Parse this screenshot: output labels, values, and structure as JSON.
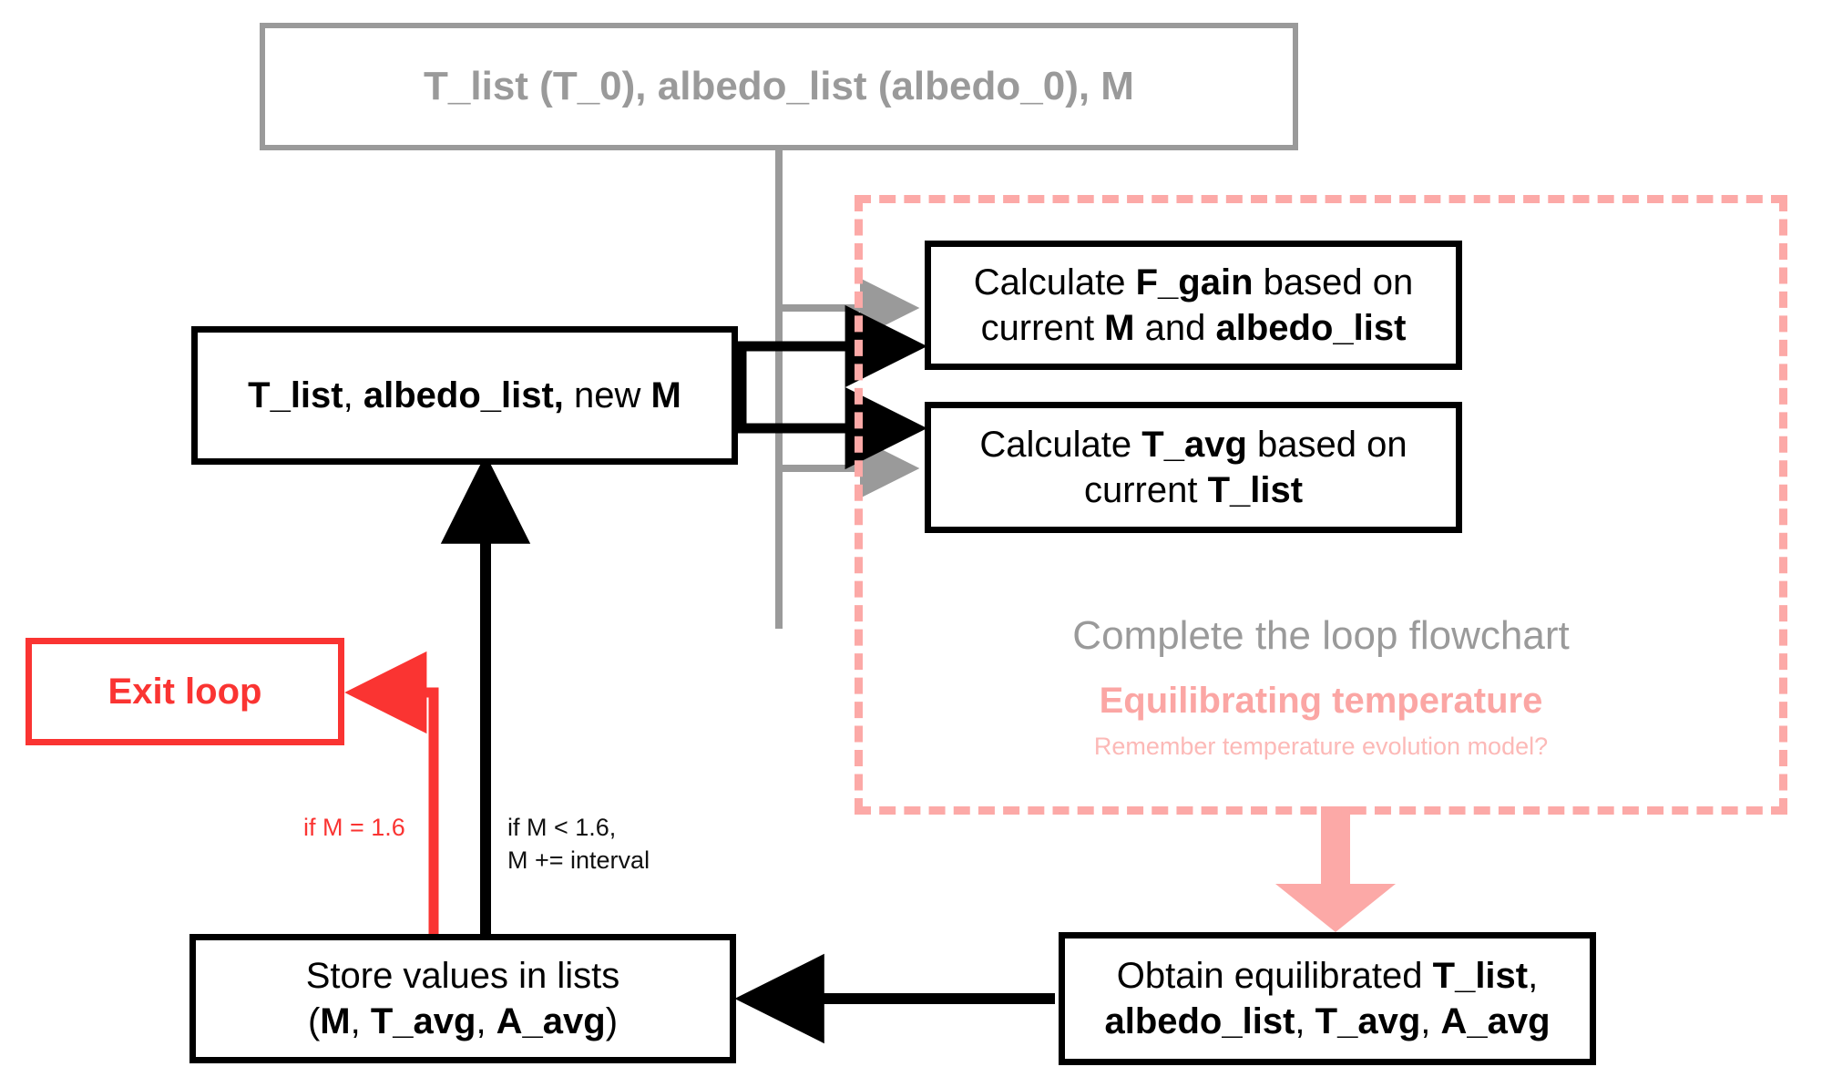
{
  "diagram": {
    "title_annotation": {
      "heading": "Complete the loop flowchart",
      "subheading": "Equilibrating temperature",
      "note": "Remember temperature evolution model?"
    },
    "colors": {
      "init_gray": "#9a9a9a",
      "flow_black": "#000000",
      "exit_red": "#fa3432",
      "annotation_pink": "#fca9a7",
      "annotation_pink_light": "#fcb9b7"
    },
    "nodes": {
      "init": {
        "text": "T_list (T_0), albedo_list (albedo_0), M",
        "style": "gray-box"
      },
      "state": {
        "line1_bold_a": "T_list",
        "line1_sep_a": ", ",
        "line1_bold_b": "albedo_list,",
        "line1_plain": " new ",
        "line1_bold_c": "M",
        "full_text": "T_list, albedo_list, new M"
      },
      "calc_fgain": {
        "full_text": "Calculate F_gain based on current M and albedo_list",
        "line1_plain_a": "Calculate ",
        "line1_bold_a": "F_gain",
        "line1_plain_b": " based on",
        "line2_plain_a": "current ",
        "line2_bold_a": "M",
        "line2_plain_b": " and ",
        "line2_bold_b": "albedo_list"
      },
      "calc_tavg": {
        "full_text": "Calculate T_avg based on current T_list",
        "line1_plain_a": "Calculate ",
        "line1_bold_a": "T_avg",
        "line1_plain_b": " based on",
        "line2_plain_a": "current ",
        "line2_bold_a": "T_list"
      },
      "exit": {
        "text": "Exit loop"
      },
      "store": {
        "full_text": "Store values in lists (M, T_avg, A_avg)",
        "line1": "Store values in lists",
        "line2_open": "(",
        "line2_bold_a": "M",
        "line2_sep_a": ", ",
        "line2_bold_b": "T_avg",
        "line2_sep_b": ", ",
        "line2_bold_c": "A_avg",
        "line2_close": ")"
      },
      "obtain": {
        "full_text": "Obtain equilibrated T_list, albedo_list, T_avg, A_avg",
        "line1_plain": "Obtain equilibrated ",
        "line1_bold": "T_list",
        "line1_sep": ",",
        "line2_bold_a": "albedo_list",
        "line2_sep_a": ", ",
        "line2_bold_b": "T_avg",
        "line2_sep_b": ", ",
        "line2_bold_c": "A_avg"
      }
    },
    "edges": {
      "exit_condition_label": "if M  = 1.6",
      "continue_condition_label": "if M  < 1.6,\nM += interval"
    }
  }
}
